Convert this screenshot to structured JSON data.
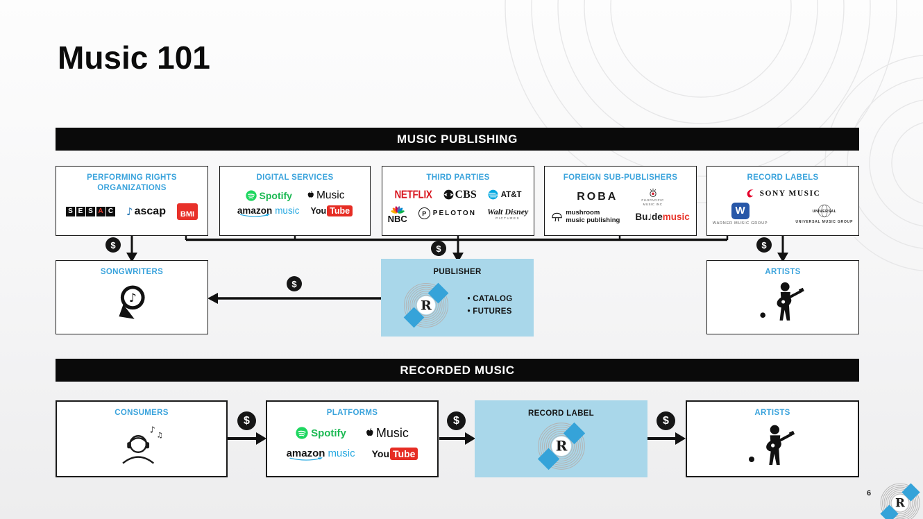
{
  "slide": {
    "title": "Music 101",
    "page_number": "6"
  },
  "banners": {
    "publishing": "MUSIC PUBLISHING",
    "recorded": "RECORDED MUSIC"
  },
  "money": {
    "symbol": "$"
  },
  "reservoir": {
    "letter": "R"
  },
  "colors": {
    "accent_blue": "#3aa3dc",
    "highlight_blue": "#a9d7ea",
    "reservoir_blue": "#35a3d9",
    "banner_black": "#0a0a0a",
    "netflix_red": "#d8161f",
    "bmi_red": "#e8312a",
    "spotify_green": "#1db954",
    "youtube_red": "#e62d24",
    "warner_blue": "#2757a8",
    "att_blue": "#00a8e0"
  },
  "boxes": {
    "pro": {
      "title": "PERFORMING RIGHTS ORGANIZATIONS"
    },
    "digital_services": {
      "title": "DIGITAL SERVICES"
    },
    "third_parties": {
      "title": "THIRD PARTIES"
    },
    "foreign_sub_publishers": {
      "title": "FOREIGN SUB-PUBLISHERS"
    },
    "record_labels": {
      "title": "RECORD LABELS"
    },
    "songwriters": {
      "title": "SONGWRITERS"
    },
    "publisher": {
      "title": "PUBLISHER",
      "bullets": [
        "CATALOG",
        "FUTURES"
      ]
    },
    "artists_publishing": {
      "title": "ARTISTS"
    },
    "consumers": {
      "title": "CONSUMERS"
    },
    "platforms": {
      "title": "PLATFORMS"
    },
    "record_label": {
      "title": "RECORD LABEL"
    },
    "artists_recorded": {
      "title": "ARTISTS"
    }
  },
  "logos": {
    "sesac": {
      "l1": "S",
      "l2": "E",
      "l3": "S",
      "l4": "A",
      "l5": "C"
    },
    "ascap": {
      "text": "ascap",
      "note": "♪"
    },
    "bmi": {
      "text": "BMI"
    },
    "spotify": {
      "text": "Spotify"
    },
    "apple_music": {
      "text": "Music"
    },
    "amazon_music": {
      "amazon": "amazon",
      "music": "music"
    },
    "youtube": {
      "you": "You",
      "tube": "Tube"
    },
    "netflix": {
      "text": "NETFLIX"
    },
    "cbs": {
      "text": "CBS"
    },
    "att": {
      "text": "AT&T"
    },
    "nbc": {
      "text": "NBC"
    },
    "peloton": {
      "p": "P",
      "text": "PELOTON"
    },
    "disney": {
      "line1": "Walt Disney",
      "line2": "PICTURES"
    },
    "roba": {
      "text": "ROBA"
    },
    "fujipacific": {
      "line1": "FUJIPACIFIC",
      "line2": "MUSIC INC"
    },
    "mushroom": {
      "line1": "mushroom",
      "line2": "music publishing"
    },
    "budde": {
      "bu": "Bu",
      "note": "♩",
      "de": "de",
      "music": "music"
    },
    "sony_music": {
      "text": "SONY MUSIC"
    },
    "warner": {
      "w": "W",
      "text": "WARNER MUSIC GROUP"
    },
    "universal": {
      "text": "UNIVERSAL",
      "sub": "UNIVERSAL MUSIC GROUP"
    },
    "consumer_notes": {
      "n1": "♪",
      "n2": "♫"
    }
  }
}
